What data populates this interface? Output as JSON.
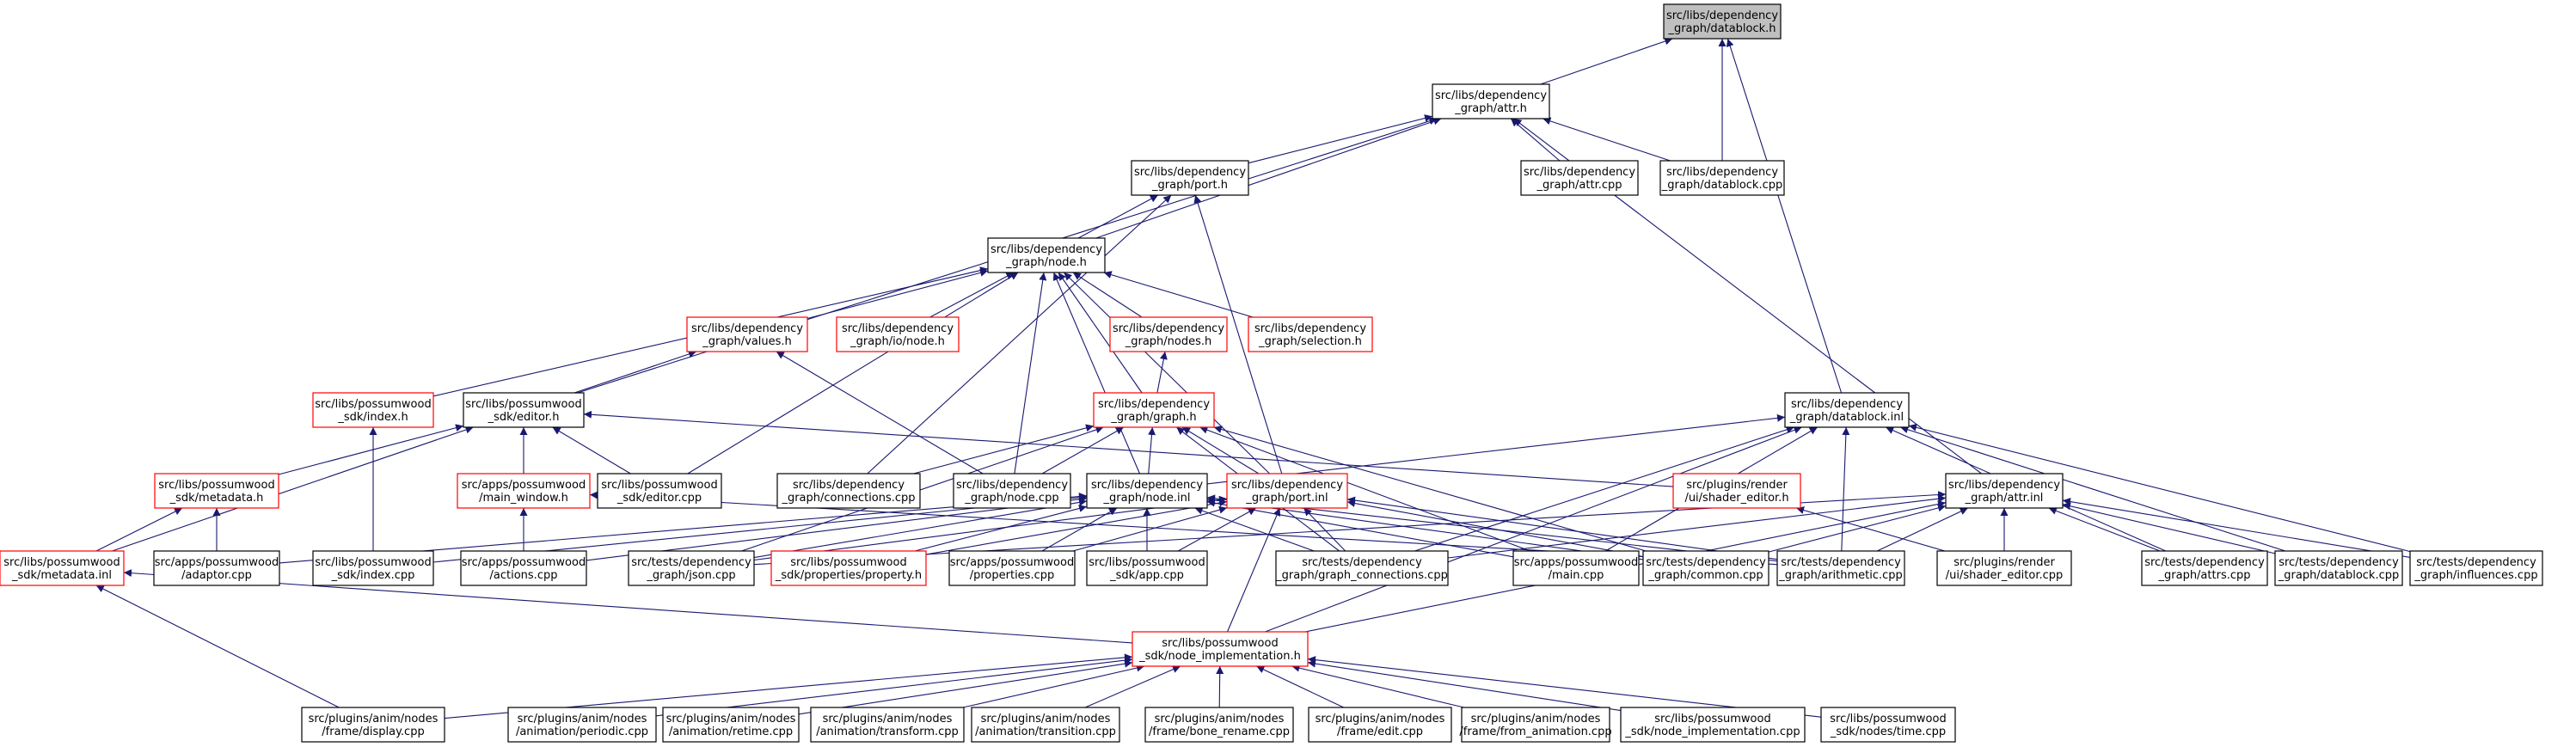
{
  "colors": {
    "edge": "#191970",
    "box_border": "#000000",
    "incomplete_border": "#ff0000",
    "focus_fill": "#bfbfbf",
    "background": "#ffffff"
  },
  "nodes": [
    {
      "id": "datablock_h",
      "lines": [
        "src/libs/dependency",
        "_graph/datablock.h"
      ],
      "style": "focus"
    },
    {
      "id": "attr_h",
      "lines": [
        "src/libs/dependency",
        "_graph/attr.h"
      ],
      "style": "normal"
    },
    {
      "id": "port_h",
      "lines": [
        "src/libs/dependency",
        "_graph/port.h"
      ],
      "style": "normal"
    },
    {
      "id": "attr_cpp",
      "lines": [
        "src/libs/dependency",
        "_graph/attr.cpp"
      ],
      "style": "normal"
    },
    {
      "id": "datablock_cpp",
      "lines": [
        "src/libs/dependency",
        "_graph/datablock.cpp"
      ],
      "style": "normal"
    },
    {
      "id": "node_h",
      "lines": [
        "src/libs/dependency",
        "_graph/node.h"
      ],
      "style": "normal"
    },
    {
      "id": "values_h",
      "lines": [
        "src/libs/dependency",
        "_graph/values.h"
      ],
      "style": "red"
    },
    {
      "id": "io_node_h",
      "lines": [
        "src/libs/dependency",
        "_graph/io/node.h"
      ],
      "style": "red"
    },
    {
      "id": "nodes_h",
      "lines": [
        "src/libs/dependency",
        "_graph/nodes.h"
      ],
      "style": "red"
    },
    {
      "id": "selection_h",
      "lines": [
        "src/libs/dependency",
        "_graph/selection.h"
      ],
      "style": "red"
    },
    {
      "id": "index_h",
      "lines": [
        "src/libs/possumwood",
        "_sdk/index.h"
      ],
      "style": "red"
    },
    {
      "id": "editor_h",
      "lines": [
        "src/libs/possumwood",
        "_sdk/editor.h"
      ],
      "style": "normal"
    },
    {
      "id": "graph_h",
      "lines": [
        "src/libs/dependency",
        "_graph/graph.h"
      ],
      "style": "red"
    },
    {
      "id": "datablock_inl",
      "lines": [
        "src/libs/dependency",
        "_graph/datablock.inl"
      ],
      "style": "normal"
    },
    {
      "id": "metadata_h",
      "lines": [
        "src/libs/possumwood",
        "_sdk/metadata.h"
      ],
      "style": "red"
    },
    {
      "id": "main_window_h",
      "lines": [
        "src/apps/possumwood",
        "/main_window.h"
      ],
      "style": "red"
    },
    {
      "id": "editor_cpp",
      "lines": [
        "src/libs/possumwood",
        "_sdk/editor.cpp"
      ],
      "style": "normal"
    },
    {
      "id": "connections_cpp",
      "lines": [
        "src/libs/dependency",
        "_graph/connections.cpp"
      ],
      "style": "normal"
    },
    {
      "id": "node_cpp",
      "lines": [
        "src/libs/dependency",
        "_graph/node.cpp"
      ],
      "style": "normal"
    },
    {
      "id": "node_inl",
      "lines": [
        "src/libs/dependency",
        "_graph/node.inl"
      ],
      "style": "normal"
    },
    {
      "id": "port_inl",
      "lines": [
        "src/libs/dependency",
        "_graph/port.inl"
      ],
      "style": "red"
    },
    {
      "id": "shader_editor_h",
      "lines": [
        "src/plugins/render",
        "/ui/shader_editor.h"
      ],
      "style": "red"
    },
    {
      "id": "attr_inl",
      "lines": [
        "src/libs/dependency",
        "_graph/attr.inl"
      ],
      "style": "normal"
    },
    {
      "id": "metadata_inl",
      "lines": [
        "src/libs/possumwood",
        "_sdk/metadata.inl"
      ],
      "style": "red"
    },
    {
      "id": "adaptor_cpp",
      "lines": [
        "src/apps/possumwood",
        "/adaptor.cpp"
      ],
      "style": "normal"
    },
    {
      "id": "index_cpp",
      "lines": [
        "src/libs/possumwood",
        "_sdk/index.cpp"
      ],
      "style": "normal"
    },
    {
      "id": "actions_cpp",
      "lines": [
        "src/apps/possumwood",
        "/actions.cpp"
      ],
      "style": "normal"
    },
    {
      "id": "json_cpp",
      "lines": [
        "src/tests/dependency",
        "_graph/json.cpp"
      ],
      "style": "normal"
    },
    {
      "id": "property_h",
      "lines": [
        "src/libs/possumwood",
        "_sdk/properties/property.h"
      ],
      "style": "red"
    },
    {
      "id": "properties_cpp",
      "lines": [
        "src/apps/possumwood",
        "/properties.cpp"
      ],
      "style": "normal"
    },
    {
      "id": "app_cpp",
      "lines": [
        "src/libs/possumwood",
        "_sdk/app.cpp"
      ],
      "style": "normal"
    },
    {
      "id": "graph_connections_cpp",
      "lines": [
        "src/tests/dependency",
        "_graph/graph_connections.cpp"
      ],
      "style": "normal"
    },
    {
      "id": "main_cpp",
      "lines": [
        "src/apps/possumwood",
        "/main.cpp"
      ],
      "style": "normal"
    },
    {
      "id": "common_cpp",
      "lines": [
        "src/tests/dependency",
        "_graph/common.cpp"
      ],
      "style": "normal"
    },
    {
      "id": "arithmetic_cpp",
      "lines": [
        "src/tests/dependency",
        "_graph/arithmetic.cpp"
      ],
      "style": "normal"
    },
    {
      "id": "shader_editor_cpp",
      "lines": [
        "src/plugins/render",
        "/ui/shader_editor.cpp"
      ],
      "style": "normal"
    },
    {
      "id": "attrs_cpp",
      "lines": [
        "src/tests/dependency",
        "_graph/attrs.cpp"
      ],
      "style": "normal"
    },
    {
      "id": "test_datablock_cpp",
      "lines": [
        "src/tests/dependency",
        "_graph/datablock.cpp"
      ],
      "style": "normal"
    },
    {
      "id": "influences_cpp",
      "lines": [
        "src/tests/dependency",
        "_graph/influences.cpp"
      ],
      "style": "normal"
    },
    {
      "id": "node_implementation_h",
      "lines": [
        "src/libs/possumwood",
        "_sdk/node_implementation.h"
      ],
      "style": "red"
    },
    {
      "id": "display_cpp",
      "lines": [
        "src/plugins/anim/nodes",
        "/frame/display.cpp"
      ],
      "style": "normal"
    },
    {
      "id": "periodic_cpp",
      "lines": [
        "src/plugins/anim/nodes",
        "/animation/periodic.cpp"
      ],
      "style": "normal"
    },
    {
      "id": "retime_cpp",
      "lines": [
        "src/plugins/anim/nodes",
        "/animation/retime.cpp"
      ],
      "style": "normal"
    },
    {
      "id": "transform_cpp",
      "lines": [
        "src/plugins/anim/nodes",
        "/animation/transform.cpp"
      ],
      "style": "normal"
    },
    {
      "id": "transition_cpp",
      "lines": [
        "src/plugins/anim/nodes",
        "/animation/transition.cpp"
      ],
      "style": "normal"
    },
    {
      "id": "bone_rename_cpp",
      "lines": [
        "src/plugins/anim/nodes",
        "/frame/bone_rename.cpp"
      ],
      "style": "normal"
    },
    {
      "id": "edit_cpp",
      "lines": [
        "src/plugins/anim/nodes",
        "/frame/edit.cpp"
      ],
      "style": "normal"
    },
    {
      "id": "from_animation_cpp",
      "lines": [
        "src/plugins/anim/nodes",
        "/frame/from_animation.cpp"
      ],
      "style": "normal"
    },
    {
      "id": "node_implementation_cpp",
      "lines": [
        "src/libs/possumwood",
        "_sdk/node_implementation.cpp"
      ],
      "style": "normal"
    },
    {
      "id": "time_cpp",
      "lines": [
        "src/libs/possumwood",
        "_sdk/nodes/time.cpp"
      ],
      "style": "normal"
    }
  ],
  "edges": [
    [
      "attr_h",
      "datablock_h"
    ],
    [
      "datablock_cpp",
      "datablock_h"
    ],
    [
      "datablock_inl",
      "datablock_h"
    ],
    [
      "port_h",
      "attr_h"
    ],
    [
      "attr_cpp",
      "attr_h"
    ],
    [
      "datablock_cpp",
      "attr_h"
    ],
    [
      "node_h",
      "attr_h"
    ],
    [
      "editor_h",
      "attr_h"
    ],
    [
      "attr_inl",
      "attr_h"
    ],
    [
      "node_h",
      "port_h"
    ],
    [
      "port_inl",
      "port_h"
    ],
    [
      "connections_cpp",
      "port_h"
    ],
    [
      "values_h",
      "node_h"
    ],
    [
      "io_node_h",
      "node_h"
    ],
    [
      "nodes_h",
      "node_h"
    ],
    [
      "selection_h",
      "node_h"
    ],
    [
      "index_h",
      "node_h"
    ],
    [
      "graph_h",
      "node_h"
    ],
    [
      "node_inl",
      "node_h"
    ],
    [
      "port_inl",
      "node_h"
    ],
    [
      "node_cpp",
      "node_h"
    ],
    [
      "editor_cpp",
      "node_h"
    ],
    [
      "editor_h",
      "values_h"
    ],
    [
      "node_cpp",
      "values_h"
    ],
    [
      "graph_h",
      "nodes_h"
    ],
    [
      "index_cpp",
      "index_h"
    ],
    [
      "metadata_h",
      "editor_h"
    ],
    [
      "main_window_h",
      "editor_h"
    ],
    [
      "editor_cpp",
      "editor_h"
    ],
    [
      "shader_editor_h",
      "editor_h"
    ],
    [
      "metadata_inl",
      "editor_h"
    ],
    [
      "connections_cpp",
      "graph_h"
    ],
    [
      "node_cpp",
      "graph_h"
    ],
    [
      "node_inl",
      "graph_h"
    ],
    [
      "port_inl",
      "graph_h"
    ],
    [
      "json_cpp",
      "graph_h"
    ],
    [
      "graph_connections_cpp",
      "graph_h"
    ],
    [
      "main_cpp",
      "graph_h"
    ],
    [
      "common_cpp",
      "graph_h"
    ],
    [
      "node_inl",
      "datablock_inl"
    ],
    [
      "graph_connections_cpp",
      "datablock_inl"
    ],
    [
      "main_cpp",
      "datablock_inl"
    ],
    [
      "arithmetic_cpp",
      "datablock_inl"
    ],
    [
      "attrs_cpp",
      "datablock_inl"
    ],
    [
      "test_datablock_cpp",
      "datablock_inl"
    ],
    [
      "influences_cpp",
      "datablock_inl"
    ],
    [
      "node_implementation_h",
      "datablock_inl"
    ],
    [
      "metadata_inl",
      "metadata_h"
    ],
    [
      "adaptor_cpp",
      "metadata_h"
    ],
    [
      "actions_cpp",
      "main_window_h"
    ],
    [
      "arithmetic_cpp",
      "main_window_h"
    ],
    [
      "adaptor_cpp",
      "node_inl"
    ],
    [
      "index_cpp",
      "node_inl"
    ],
    [
      "actions_cpp",
      "node_inl"
    ],
    [
      "json_cpp",
      "node_inl"
    ],
    [
      "property_h",
      "node_inl"
    ],
    [
      "properties_cpp",
      "node_inl"
    ],
    [
      "app_cpp",
      "node_inl"
    ],
    [
      "graph_connections_cpp",
      "node_inl"
    ],
    [
      "main_cpp",
      "node_inl"
    ],
    [
      "common_cpp",
      "node_inl"
    ],
    [
      "arithmetic_cpp",
      "node_inl"
    ],
    [
      "json_cpp",
      "port_inl"
    ],
    [
      "property_h",
      "port_inl"
    ],
    [
      "properties_cpp",
      "port_inl"
    ],
    [
      "app_cpp",
      "port_inl"
    ],
    [
      "graph_connections_cpp",
      "port_inl"
    ],
    [
      "common_cpp",
      "port_inl"
    ],
    [
      "arithmetic_cpp",
      "port_inl"
    ],
    [
      "node_implementation_h",
      "port_inl"
    ],
    [
      "shader_editor_cpp",
      "shader_editor_h"
    ],
    [
      "json_cpp",
      "attr_inl"
    ],
    [
      "graph_connections_cpp",
      "attr_inl"
    ],
    [
      "common_cpp",
      "attr_inl"
    ],
    [
      "arithmetic_cpp",
      "attr_inl"
    ],
    [
      "shader_editor_cpp",
      "attr_inl"
    ],
    [
      "attrs_cpp",
      "attr_inl"
    ],
    [
      "test_datablock_cpp",
      "attr_inl"
    ],
    [
      "influences_cpp",
      "attr_inl"
    ],
    [
      "node_implementation_h",
      "attr_inl"
    ],
    [
      "node_implementation_h",
      "metadata_inl"
    ],
    [
      "display_cpp",
      "metadata_inl"
    ],
    [
      "display_cpp",
      "node_implementation_h"
    ],
    [
      "periodic_cpp",
      "node_implementation_h"
    ],
    [
      "retime_cpp",
      "node_implementation_h"
    ],
    [
      "transform_cpp",
      "node_implementation_h"
    ],
    [
      "transition_cpp",
      "node_implementation_h"
    ],
    [
      "bone_rename_cpp",
      "node_implementation_h"
    ],
    [
      "edit_cpp",
      "node_implementation_h"
    ],
    [
      "from_animation_cpp",
      "node_implementation_h"
    ],
    [
      "node_implementation_cpp",
      "node_implementation_h"
    ],
    [
      "time_cpp",
      "node_implementation_h"
    ]
  ]
}
